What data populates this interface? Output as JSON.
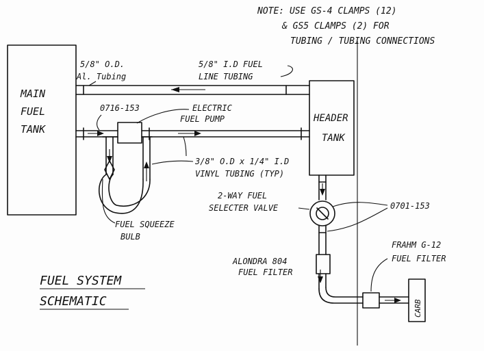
{
  "note": {
    "line1": "NOTE: USE GS-4 CLAMPS (12)",
    "line2": "& GS5 CLAMPS (2) FOR",
    "line3": "TUBING / TUBING CONNECTIONS"
  },
  "main_tank": {
    "line1": "MAIN",
    "line2": "FUEL",
    "line3": "TANK"
  },
  "header_tank": {
    "line1": "HEADER",
    "line2": "TANK"
  },
  "labels": {
    "al_tubing_1": "5/8\" O.D.",
    "al_tubing_2": "Al. Tubing",
    "fuel_line_1": "5/8\" I.D FUEL",
    "fuel_line_2": "LINE TUBING",
    "part_0716": "0716-153",
    "pump_1": "ELECTRIC",
    "pump_2": "FUEL PUMP",
    "vinyl_1": "3/8\" O.D x 1/4\" I.D",
    "vinyl_2": "VINYL TUBING (TYP)",
    "selector_1": "2-WAY FUEL",
    "selector_2": "SELECTER VALVE",
    "part_0701": "0701-153",
    "bulb_1": "FUEL SQUEEZE",
    "bulb_2": "BULB",
    "alondra_1": "ALONDRA 804",
    "alondra_2": "FUEL FILTER",
    "frahm_1": "FRAHM G-12",
    "frahm_2": "FUEL FILTER",
    "carb": "CARB"
  },
  "title": {
    "line1": "FUEL SYSTEM",
    "line2": "SCHEMATIC"
  }
}
